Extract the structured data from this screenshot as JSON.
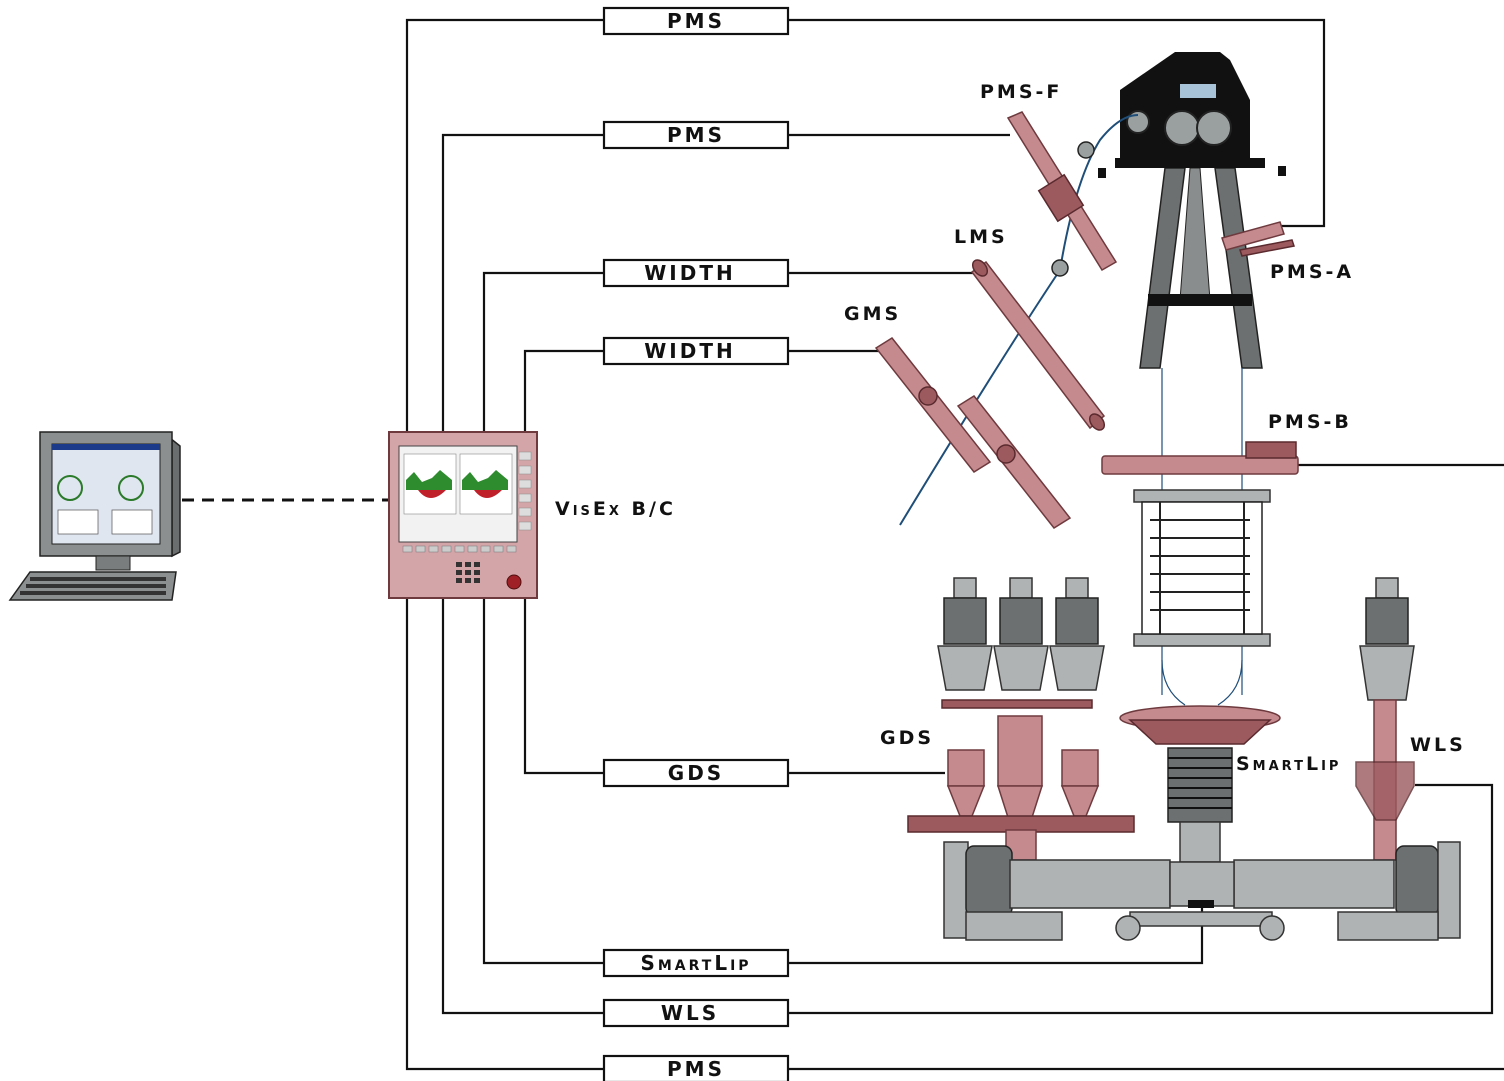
{
  "boxes": {
    "pms_top": "PMS",
    "pms_2": "PMS",
    "width_1": "WIDTH",
    "width_2": "WIDTH",
    "gds": "GDS",
    "smartlip": "SmartLip",
    "wls": "WLS",
    "pms_bottom": "PMS"
  },
  "labels": {
    "pms_f": "PMS-F",
    "lms": "LMS",
    "gms": "GMS",
    "pms_a": "PMS-A",
    "pms_b": "PMS-B",
    "visex": "VisEx B/C",
    "gds": "GDS",
    "smartlip": "SmartLip",
    "wls": "WLS"
  },
  "colors": {
    "wire": "#111111",
    "equipment_pink": "#c48a8e",
    "equipment_grey": "#b0b3b3",
    "film_line": "#1f4e79"
  }
}
